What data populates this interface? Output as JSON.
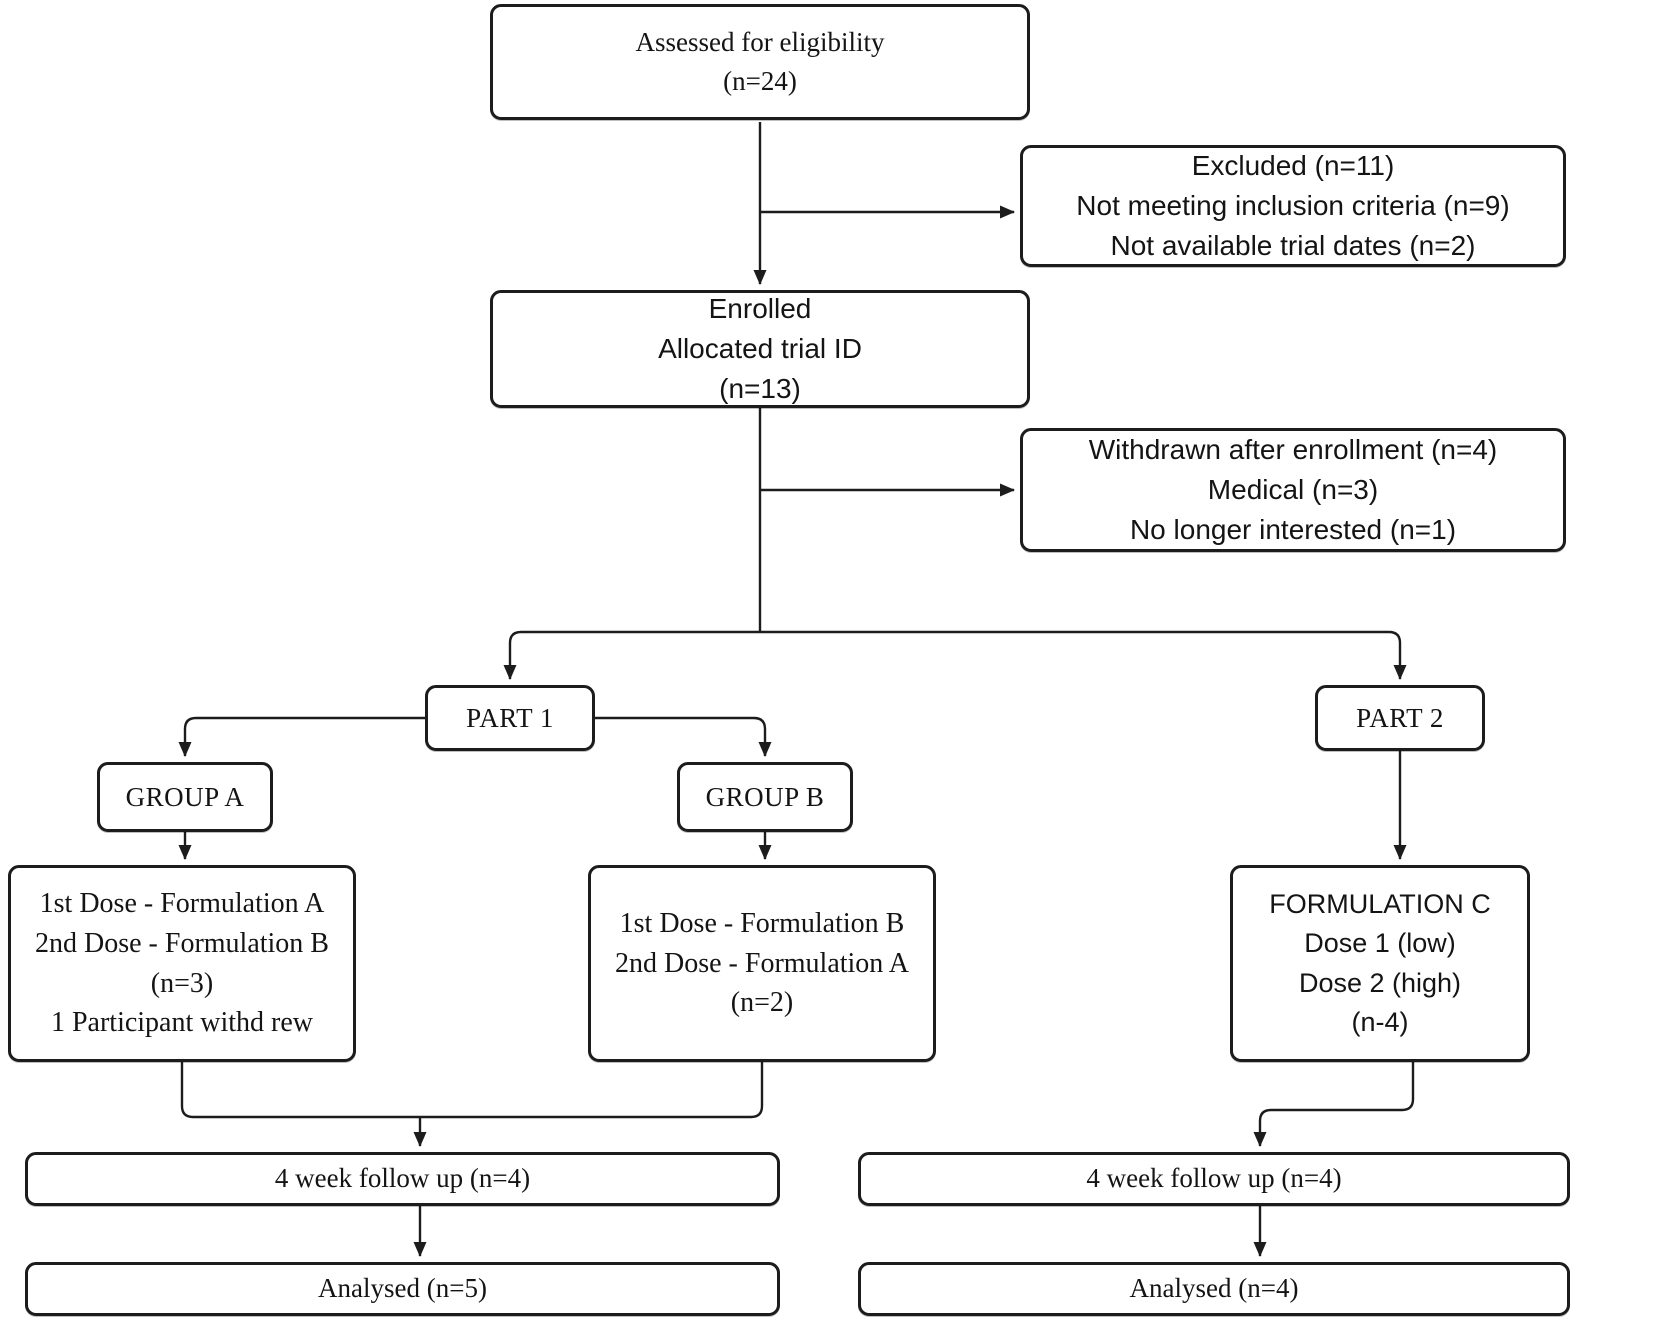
{
  "diagram": {
    "type": "flowchart",
    "description": "Clinical trial participant flow diagram (CONSORT-style)"
  },
  "colors": {
    "background": "#ffffff",
    "box_border": "#1c1c1c",
    "text": "#141414",
    "connector": "#1c1c1c"
  },
  "boxes": {
    "assessed": {
      "lines": [
        "Assessed for eligibility",
        "(n=24)"
      ]
    },
    "excluded": {
      "lines": [
        "Excluded (n=11)",
        "Not meeting inclusion criteria (n=9)",
        "Not available trial dates (n=2)"
      ]
    },
    "enrolled": {
      "lines": [
        "Enrolled",
        "Allocated trial ID",
        "(n=13)"
      ]
    },
    "withdrawn": {
      "lines": [
        "Withdrawn after enrollment (n=4)",
        "Medical (n=3)",
        "No longer interested (n=1)"
      ]
    },
    "part1": {
      "label": "PART 1"
    },
    "part2": {
      "label": "PART 2"
    },
    "group_a": {
      "label": "GROUP A"
    },
    "group_b": {
      "label": "GROUP B"
    },
    "group_a_detail": {
      "lines": [
        "1st Dose - Formulation A",
        "2nd Dose - Formulation B",
        "(n=3)",
        "1 Participant withd rew"
      ]
    },
    "group_b_detail": {
      "lines": [
        "1st Dose - Formulation B",
        "2nd Dose - Formulation A",
        "(n=2)"
      ]
    },
    "formulation_c": {
      "lines": [
        "FORMULATION C",
        "Dose 1 (low)",
        "Dose 2 (high)",
        "(n-4)"
      ]
    },
    "followup_part1": {
      "label": "4 week follow up (n=4)"
    },
    "analysed_part1": {
      "label": "Analysed (n=5)"
    },
    "followup_part2": {
      "label": "4 week follow up (n=4)"
    },
    "analysed_part2": {
      "label": "Analysed (n=4)"
    }
  }
}
